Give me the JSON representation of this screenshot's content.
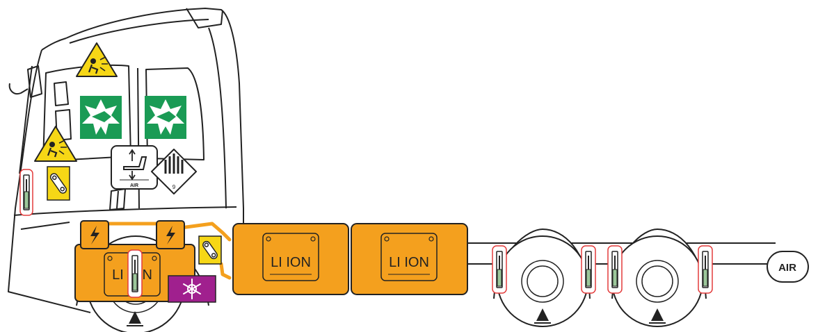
{
  "diagram": {
    "battery_packs": [
      {
        "label": "LI ION"
      },
      {
        "label": "LI ION"
      },
      {
        "label": "LI ION"
      }
    ],
    "air_tank_label": "AIR",
    "seat_panel_label": "AIR",
    "hazard_class_number": "9"
  },
  "colors": {
    "battery_orange": "#f4a01e",
    "warning_yellow": "#f6d716",
    "emergency_green": "#1a9b55",
    "coolant_purple": "#a0208e",
    "cutoff_red": "#e33b3b",
    "handle_green": "#9cc79a",
    "line_dark": "#222222"
  },
  "icons": [
    "airbag-warning-icon",
    "emergency-glass-break-icon",
    "seat-air-adjust-icon",
    "hazard-class-9-icon",
    "high-voltage-icon",
    "coolant-icon",
    "cutoff-handle-icon",
    "fuse-icon",
    "wheel-chock-arrow-icon"
  ]
}
